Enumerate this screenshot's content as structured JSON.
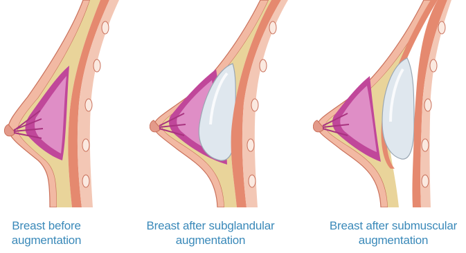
{
  "panels": [
    {
      "id": "before",
      "implant": "none",
      "caption": [
        "Breast before",
        "augmentation"
      ]
    },
    {
      "id": "subglandular",
      "implant": "subglandular",
      "caption": [
        "Breast after subglandular",
        "augmentation"
      ]
    },
    {
      "id": "submuscular",
      "implant": "submuscular",
      "caption": [
        "Breast after submuscular",
        "augmentation"
      ]
    }
  ],
  "colors": {
    "caption": "#3a89b9",
    "fat": "#e9d49a",
    "fat_lobule": "#f4e6b8",
    "skin": "#f2b9a3",
    "skin_edge": "#c9705b",
    "gland": "#c0479a",
    "gland_light": "#df8ec6",
    "muscle": "#e5896f",
    "rib": "#fbe9e0",
    "implant": "#dfe7ee"
  }
}
